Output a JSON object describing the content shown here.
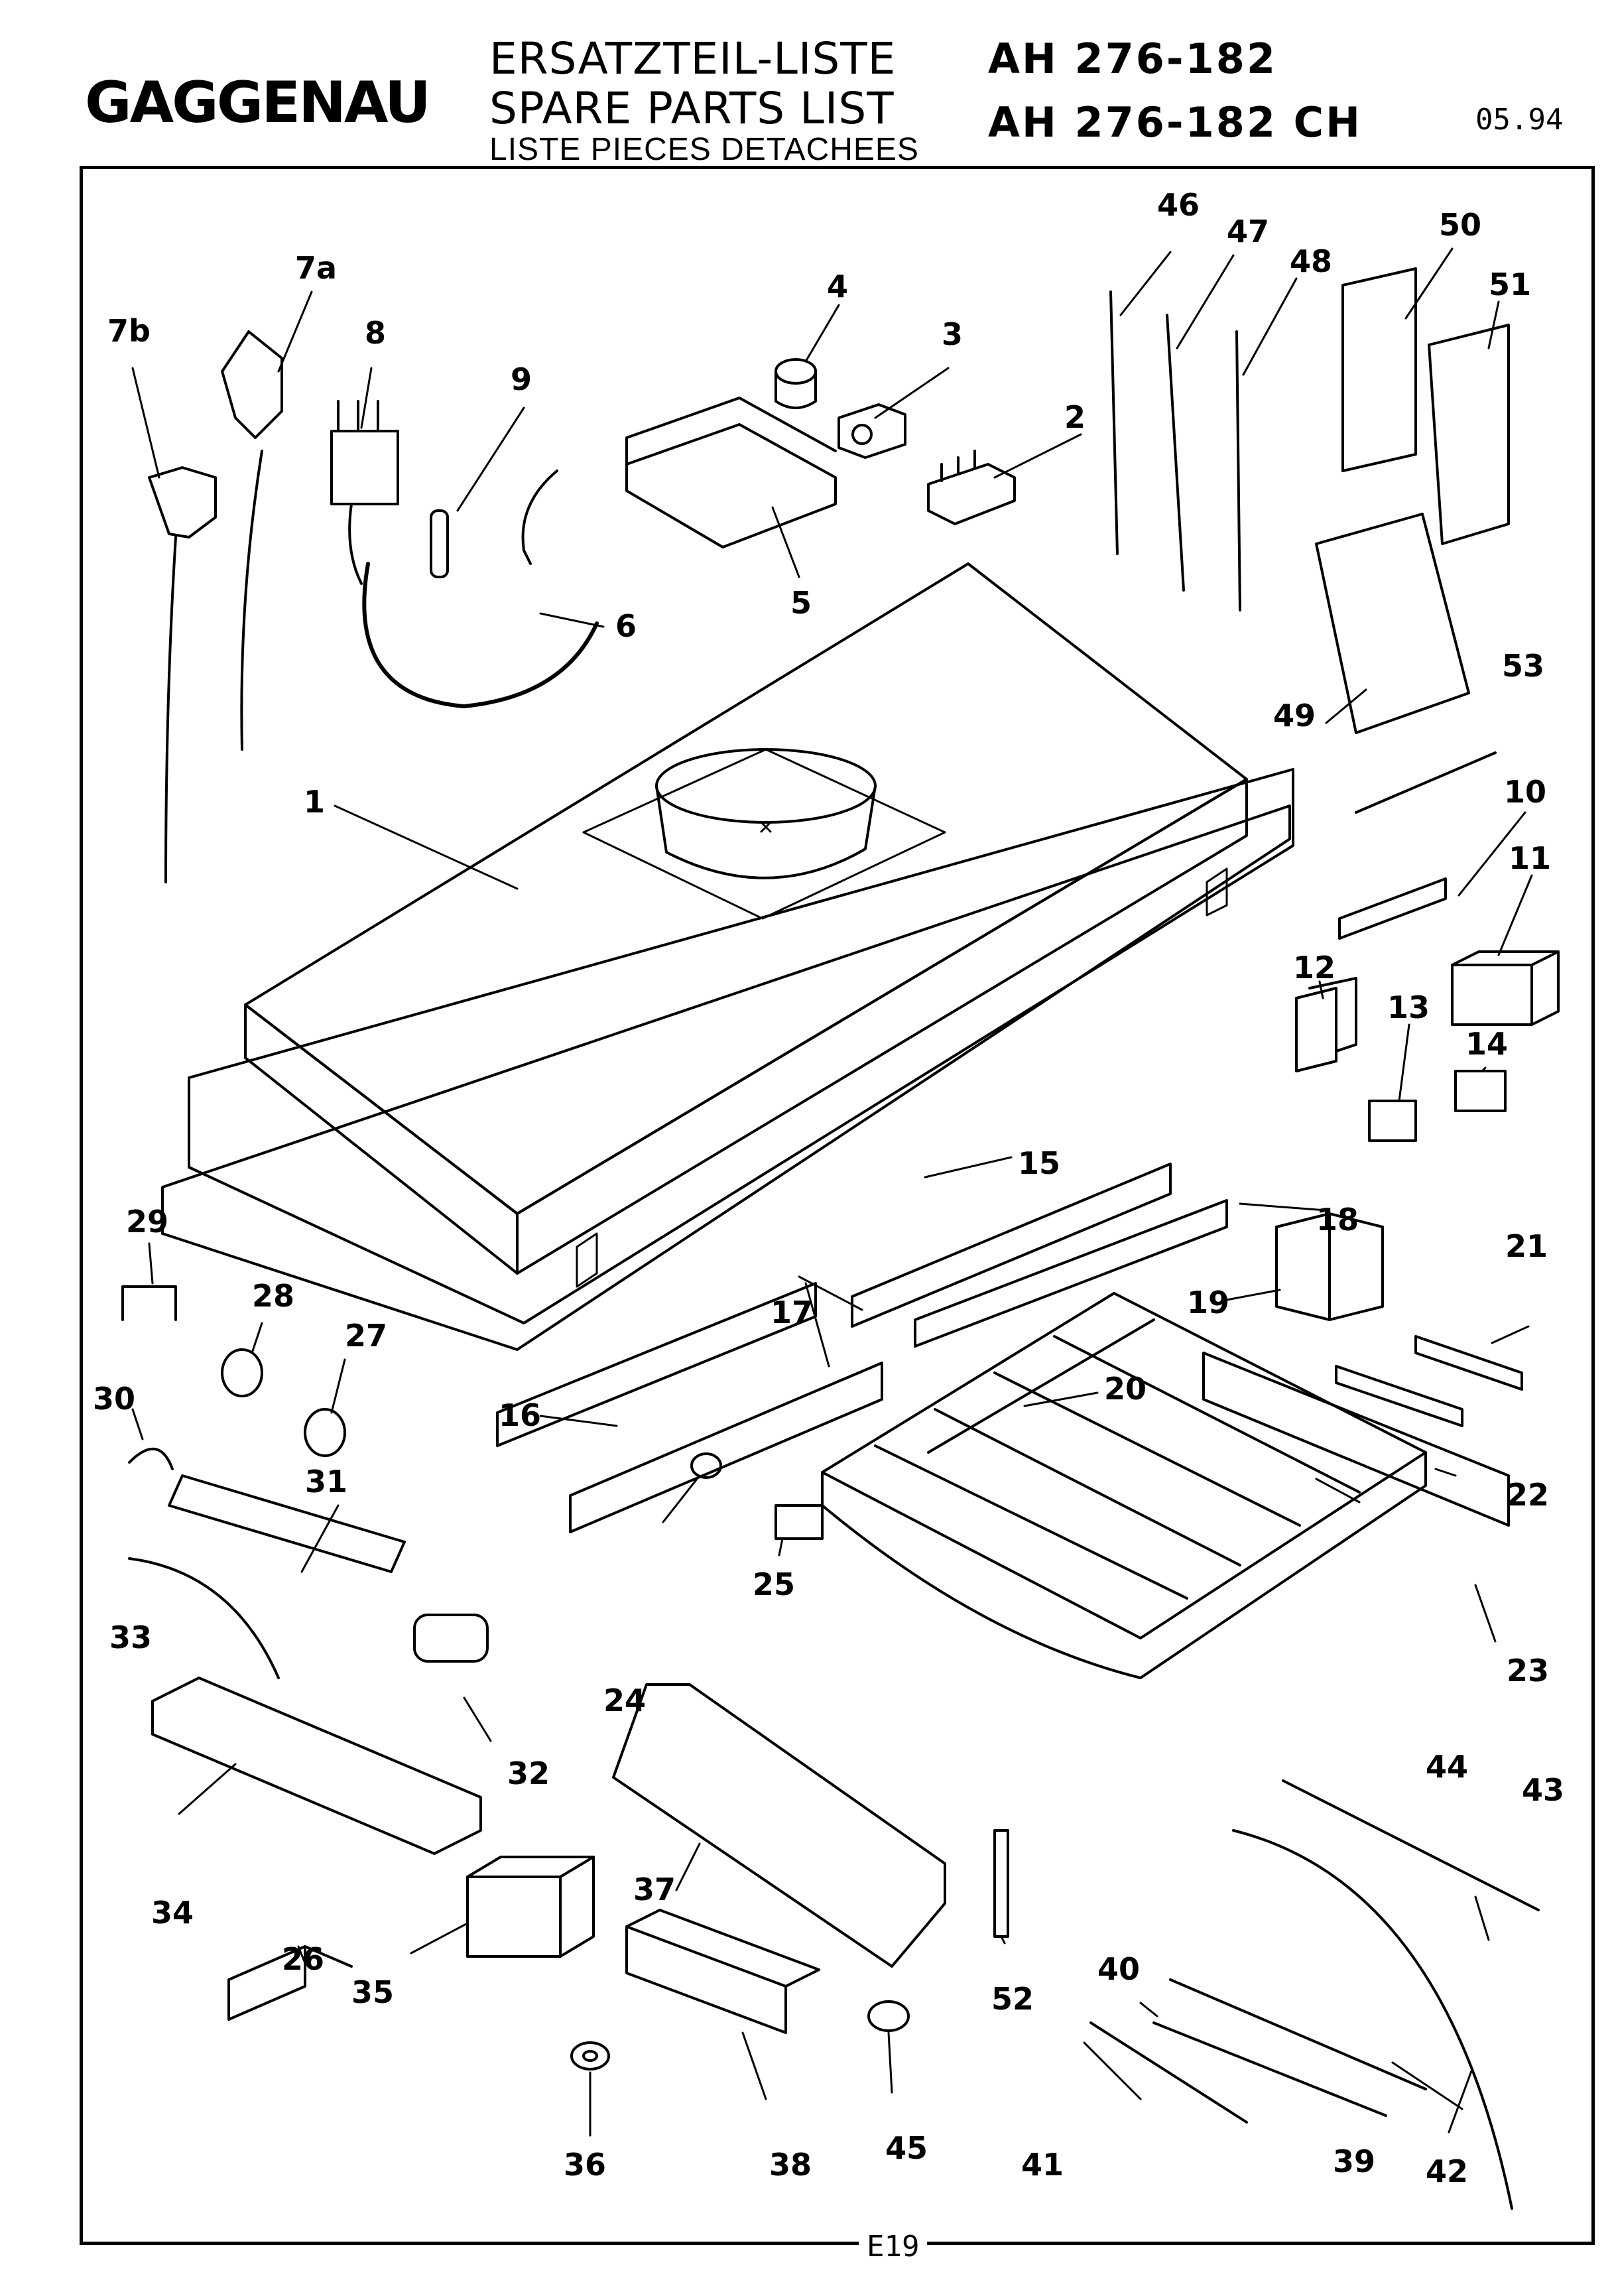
{
  "header": {
    "brand": "GAGGENAU",
    "title_de": "ERSATZTEIL-LISTE",
    "title_en": "SPARE PARTS LIST",
    "title_fr": "LISTE PIECES DETACHEES",
    "model_1": "AH 276-182",
    "model_2": "AH 276-182 CH",
    "date": "05.94"
  },
  "footer": {
    "page_code": "E19"
  },
  "parts": [
    "1",
    "2",
    "3",
    "4",
    "5",
    "6",
    "7a",
    "7b",
    "8",
    "9",
    "10",
    "11",
    "12",
    "13",
    "14",
    "15",
    "16",
    "17",
    "18",
    "19",
    "20",
    "21",
    "22",
    "23",
    "24",
    "25",
    "26",
    "27",
    "28",
    "29",
    "30",
    "31",
    "32",
    "33",
    "34",
    "35",
    "36",
    "37",
    "38",
    "39",
    "40",
    "41",
    "42",
    "43",
    "44",
    "45",
    "46",
    "47",
    "48",
    "49",
    "50",
    "51",
    "52",
    "53"
  ]
}
